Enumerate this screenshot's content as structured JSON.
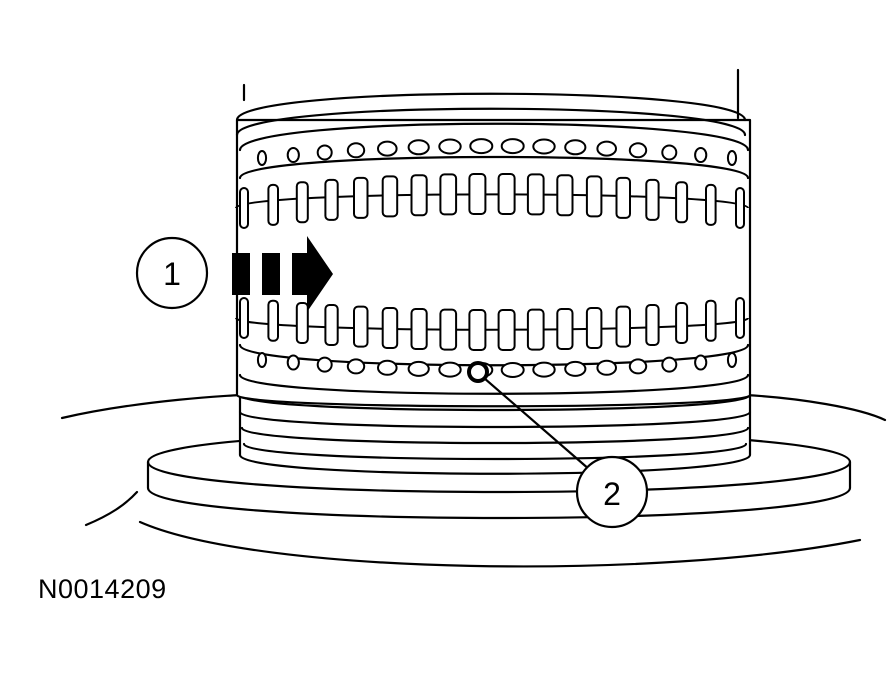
{
  "figure_id": "N0014209",
  "callouts": [
    {
      "label": "1"
    },
    {
      "label": "2"
    }
  ]
}
